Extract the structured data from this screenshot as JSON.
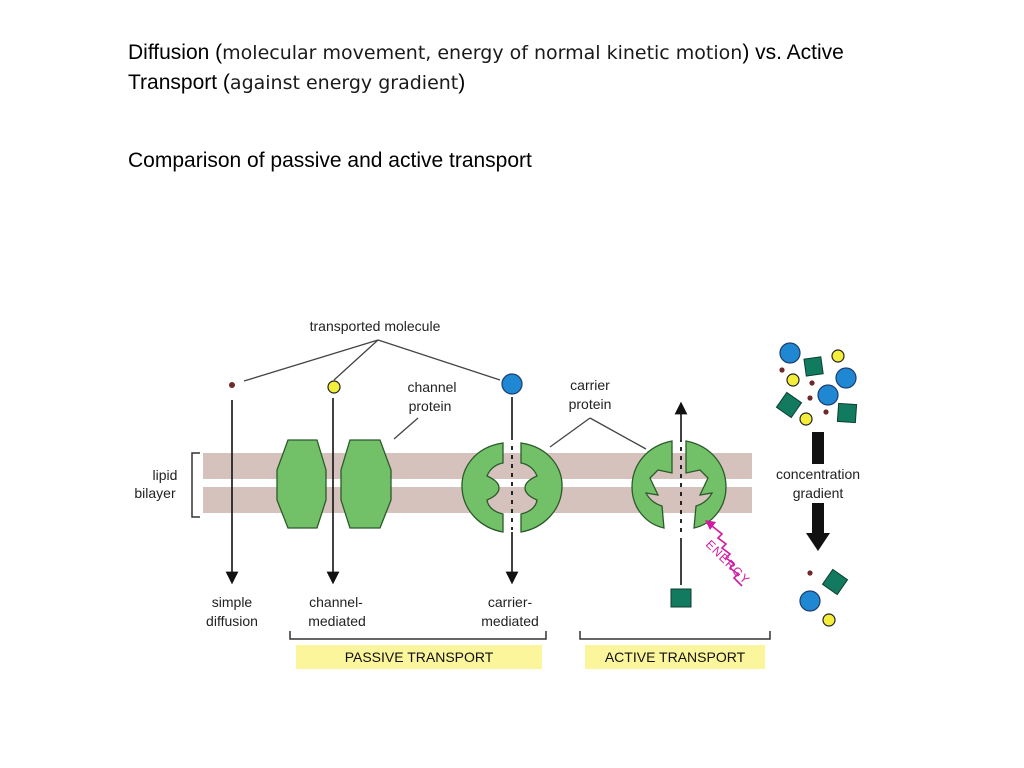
{
  "slide": {
    "title_parts": [
      {
        "text": "Diffusion (",
        "style": "bold"
      },
      {
        "text": "molecular movement, energy of normal kinetic motion",
        "style": "light"
      },
      {
        "text": ") vs. Active Transport (",
        "style": "bold"
      },
      {
        "text": "against energy gradient",
        "style": "light"
      },
      {
        "text": ")",
        "style": "bold"
      }
    ],
    "subtitle": "Comparison of passive and active transport"
  },
  "diagram": {
    "label_transported_molecule": "transported molecule",
    "label_channel_protein": [
      "channel",
      "protein"
    ],
    "label_carrier_protein": [
      "carrier",
      "protein"
    ],
    "label_lipid_bilayer": [
      "lipid",
      "bilayer"
    ],
    "label_concentration_gradient": [
      "concentration",
      "gradient"
    ],
    "label_simple_diffusion": [
      "simple",
      "diffusion"
    ],
    "label_channel_mediated": [
      "channel-",
      "mediated"
    ],
    "label_carrier_mediated": [
      "carrier-",
      "mediated"
    ],
    "label_energy": "ENERGY",
    "label_passive_transport": "PASSIVE TRANSPORT",
    "label_active_transport": "ACTIVE TRANSPORT"
  },
  "colors": {
    "bilayer": "#d5c2bd",
    "protein": "#72c169",
    "protein_stroke": "#2c5a2a",
    "molecule_blue": "#2088d2",
    "molecule_yellow": "#f3ee3a",
    "molecule_teal": "#127a5e",
    "molecule_dot": "#6e2a2a",
    "band_yellow": "#fbf59b",
    "energy_magenta": "#d21aa0"
  }
}
